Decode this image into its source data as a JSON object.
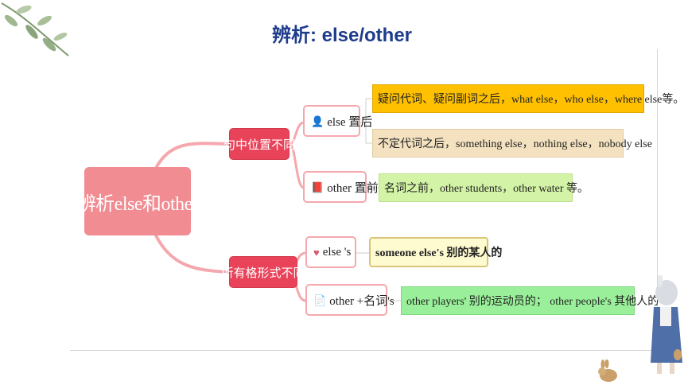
{
  "title": "辨析: else/other",
  "root": {
    "label": "辨析else和other"
  },
  "branches": [
    {
      "label": "句中位置不同",
      "subs": [
        {
          "label": "else 置后",
          "icon": "person-icon",
          "leaves": [
            "疑问代词、疑问副词之后，what else，who else，where else等。",
            "不定代词之后，something else，nothing else，nobody else"
          ]
        },
        {
          "label": "other 置前",
          "icon": "book-icon",
          "leaves": [
            "名词之前，other students，other water 等。"
          ]
        }
      ]
    },
    {
      "label": "所有格形式不同",
      "subs": [
        {
          "label": "else 's",
          "icon": "heart-icon",
          "leaves": [
            "someone else's 别的某人的"
          ]
        },
        {
          "label": "other +名词's",
          "icon": "document-icon",
          "leaves": [
            "other players' 别的运动员的； other people's 其他人的"
          ]
        }
      ]
    }
  ],
  "colors": {
    "title": "#1e3c8c",
    "root": "#f08c92",
    "branch": "#e9435a",
    "connector": "#f4a8ae",
    "leaf_orange": "#ffc000",
    "leaf_tan": "#f3e1bf",
    "leaf_lightgreen": "#d3f3a6",
    "leaf_cream": "#fffbd0",
    "leaf_green": "#9af09a"
  },
  "decorations": [
    "leaf-branch-icon",
    "rabbit-icon",
    "girl-figure-icon"
  ]
}
